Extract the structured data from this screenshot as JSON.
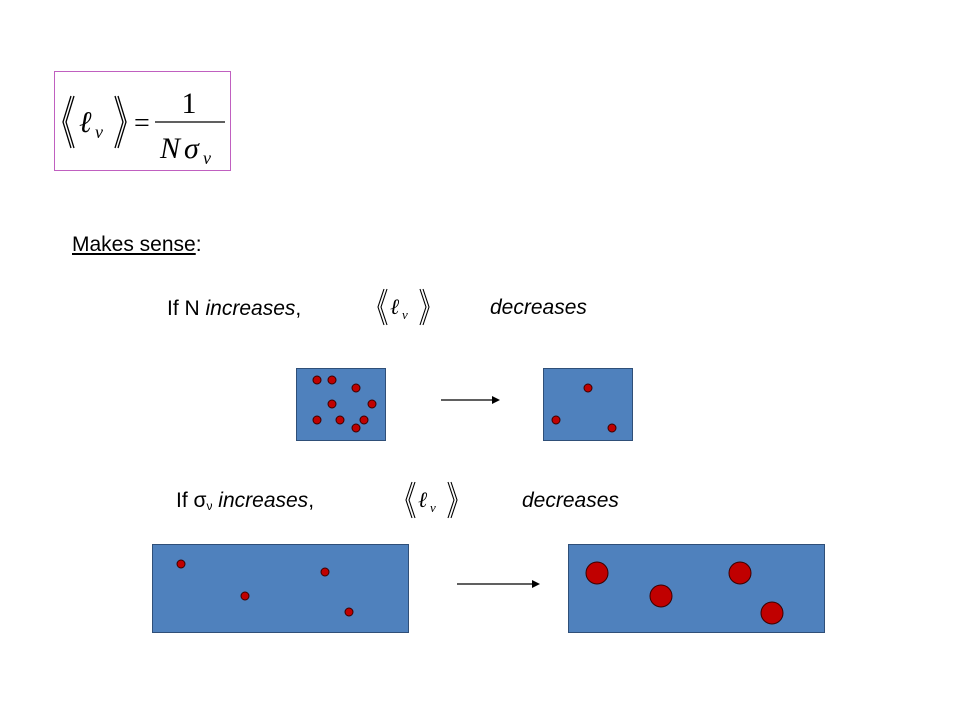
{
  "formula": {
    "numerator": "1",
    "denominator_N": "N",
    "denominator_sigma": "σ",
    "ell": "ℓ",
    "nu": "ν",
    "equals": "="
  },
  "text": {
    "makes_sense": "Makes sense",
    "colon": ":",
    "line1_prefix": "If  N ",
    "line1_verb": "increases",
    "line1_comma": ",",
    "line1_result": "decreases",
    "line2_prefix": "If  σ",
    "line2_sub": "ν",
    "line2_verb": " increases",
    "line2_comma": ",",
    "line2_result": "decreases"
  },
  "colors": {
    "box_fill": "#4f81bd",
    "particle": "#c00000",
    "formula_border": "#c060c0"
  },
  "icons": {
    "arrow1": "right-arrow-icon",
    "arrow2": "right-arrow-icon"
  }
}
